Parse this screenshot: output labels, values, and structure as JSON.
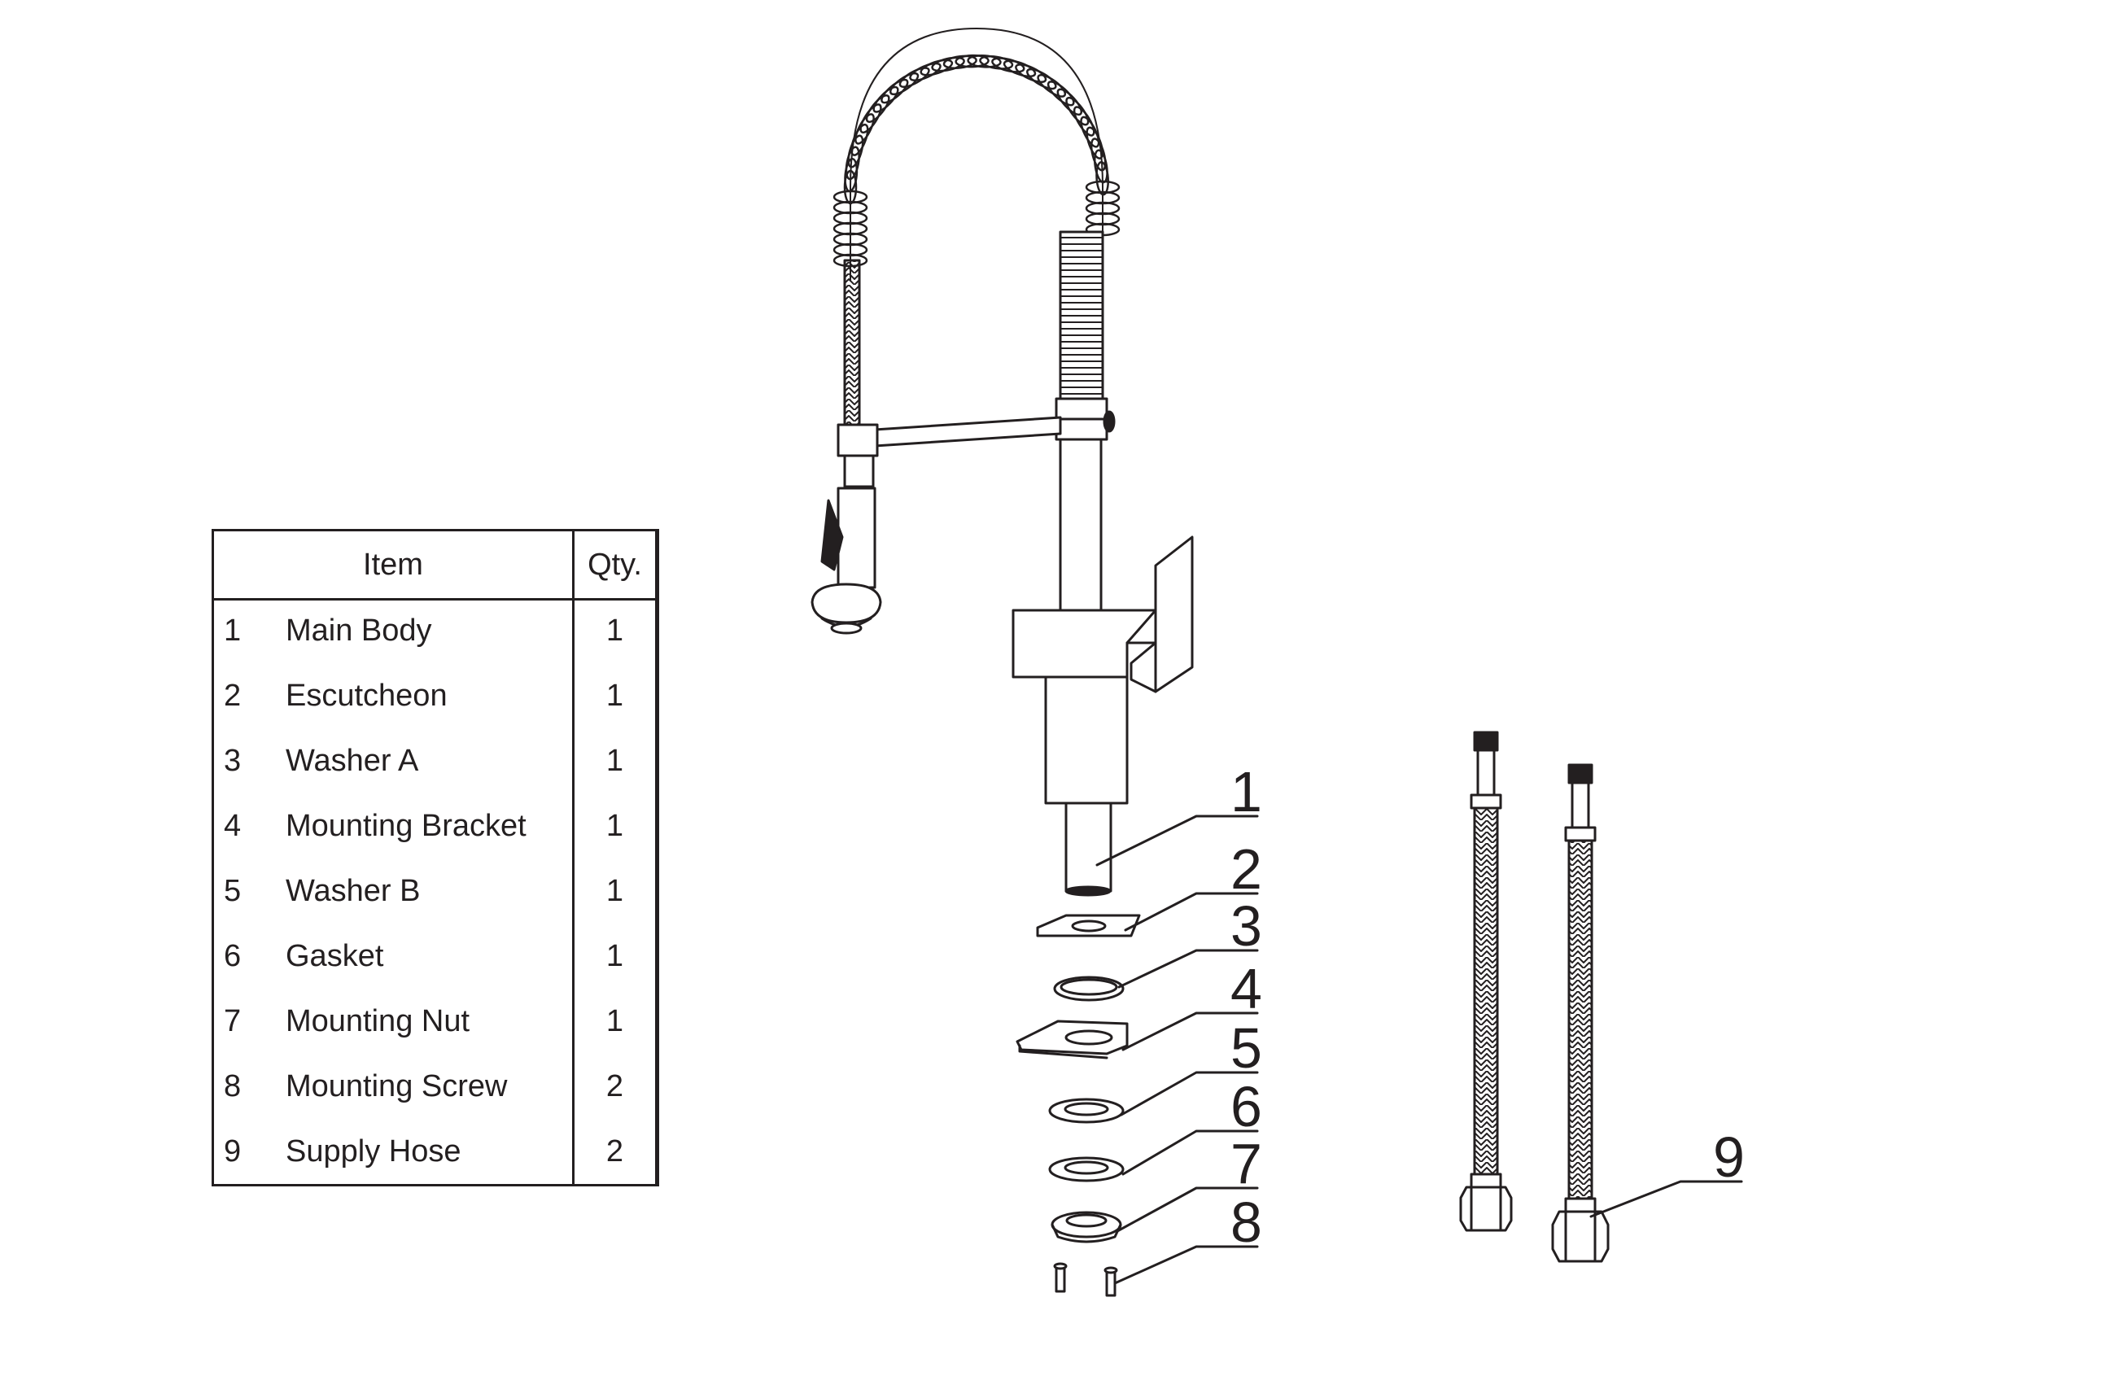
{
  "table": {
    "header_item": "Item",
    "header_qty": "Qty.",
    "rows": [
      {
        "no": "1",
        "name": "Main Body",
        "qty": "1"
      },
      {
        "no": "2",
        "name": "Escutcheon",
        "qty": "1"
      },
      {
        "no": "3",
        "name": "Washer A",
        "qty": "1"
      },
      {
        "no": "4",
        "name": "Mounting Bracket",
        "qty": "1"
      },
      {
        "no": "5",
        "name": "Washer B",
        "qty": "1"
      },
      {
        "no": "6",
        "name": "Gasket",
        "qty": "1"
      },
      {
        "no": "7",
        "name": "Mounting Nut",
        "qty": "1"
      },
      {
        "no": "8",
        "name": "Mounting Screw",
        "qty": "2"
      },
      {
        "no": "9",
        "name": "Supply Hose",
        "qty": "2"
      }
    ]
  },
  "callouts": [
    "1",
    "2",
    "3",
    "4",
    "5",
    "6",
    "7",
    "8",
    "9"
  ],
  "colors": {
    "line": "#231f20",
    "background": "#ffffff"
  }
}
